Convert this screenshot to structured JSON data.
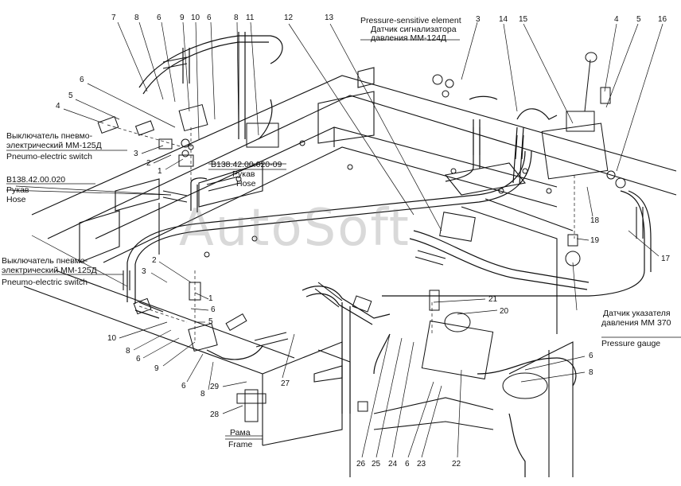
{
  "watermark": "AutoSoft",
  "labels": {
    "pressure_sensitive_en": "Pressure-sensitive element",
    "pressure_sensitive_ru_1": "Датчик сигнализатора",
    "pressure_sensitive_ru_2": "давления ММ-124Д",
    "switch_top_ru_1": "Выключатель пневмо-",
    "switch_top_ru_2": "электрический ММ-125Д",
    "switch_top_en": "Pneumo-electric switch",
    "hose_left_code": "B138.42.00.020",
    "hose_left_ru": "Рукав",
    "hose_left_en": "Hose",
    "hose_mid_code": "B138.42.00.020-09",
    "hose_mid_ru": "Рукав",
    "hose_mid_en": "Hose",
    "switch_bottom_ru_1": "Выключатель пневмо-",
    "switch_bottom_ru_2": "электрический ММ-125Д",
    "switch_bottom_en": "Pneumo-electric switch",
    "gauge_ru_1": "Датчик указателя",
    "gauge_ru_2": "давления ММ 370",
    "gauge_en": "Pressure gauge",
    "frame_ru": "Рама",
    "frame_en": "Frame"
  },
  "callouts": {
    "c7": "7",
    "c8a": "8",
    "c6a": "6",
    "c9": "9",
    "c10a": "10",
    "c6b": "6",
    "c8b": "8",
    "c11": "11",
    "c12": "12",
    "c13": "13",
    "c3a": "3",
    "c14": "14",
    "c15": "15",
    "c4a": "4",
    "c5a": "5",
    "c16": "16",
    "c6c": "6",
    "c5b": "5",
    "c4b": "4",
    "c3b": "3",
    "c2a": "2",
    "c1a": "1",
    "c18": "18",
    "c19": "19",
    "c17": "17",
    "c2b": "2",
    "c3c": "3",
    "c1b": "1",
    "c6d": "6",
    "c5c": "5",
    "c10b": "10",
    "c8c": "8",
    "c6e": "6",
    "c9b": "9",
    "c6f": "6",
    "c8d": "8",
    "c21": "21",
    "c20": "20",
    "c6g": "6",
    "c8e": "8",
    "c29": "29",
    "c28": "28",
    "c27": "27",
    "c26": "26",
    "c25": "25",
    "c24": "24",
    "c6h": "6",
    "c23": "23",
    "c22": "22"
  }
}
